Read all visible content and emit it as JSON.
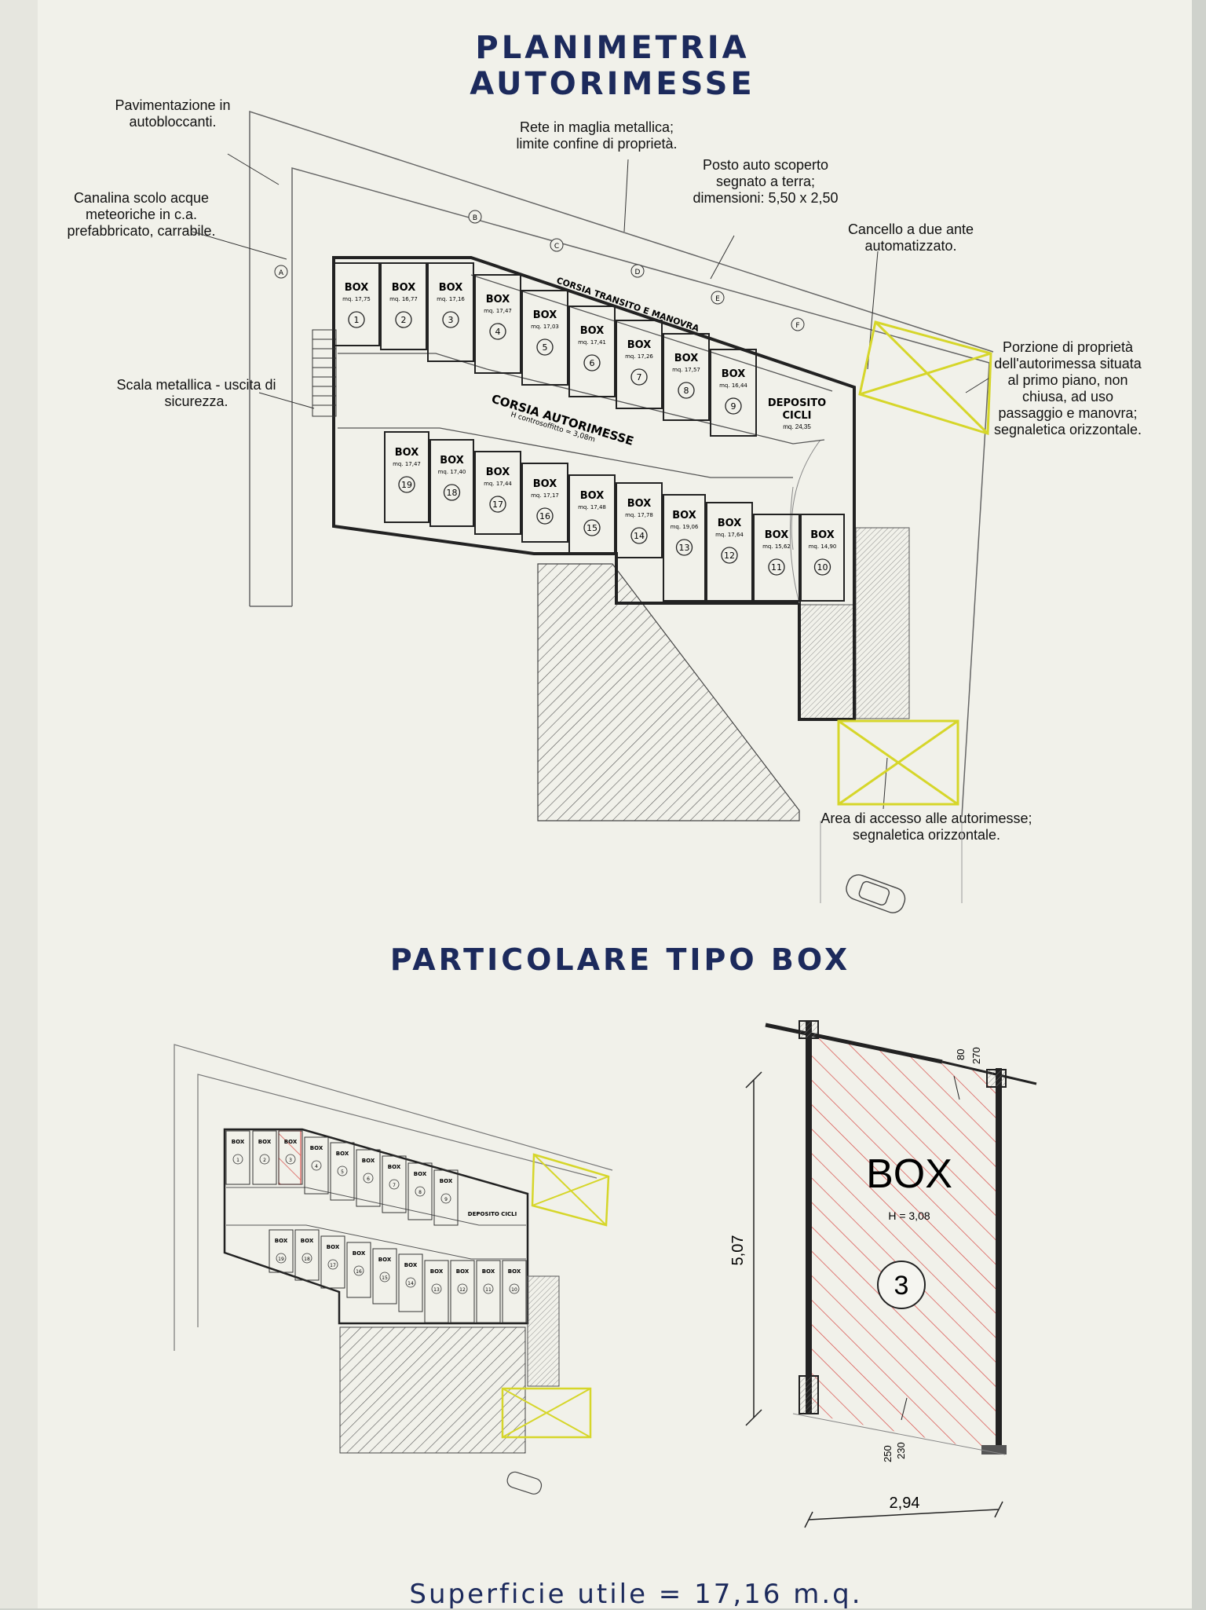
{
  "titles": {
    "main": "PLANIMETRIA AUTORIMESSE",
    "detail": "PARTICOLARE TIPO BOX"
  },
  "annotations": {
    "pavimentazione": "Pavimentazione in autobloccanti.",
    "canalina": "Canalina scolo acque meteoriche in c.a. prefabbricato, carrabile.",
    "rete": "Rete in maglia metallica; limite confine di proprietà.",
    "posto_auto": "Posto auto scoperto segnato a terra; dimensioni: 5,50 x 2,50",
    "cancello": "Cancello a due ante automatizzato.",
    "scala": "Scala metallica - uscita di sicurezza.",
    "porzione": "Porzione di proprietà dell'autorimessa situata al primo piano, non chiusa, ad uso passaggio e manovra; segnaletica orizzontale.",
    "area_accesso": "Area di accesso alle autorimesse; segnaletica orizzontale."
  },
  "corridors": {
    "transito": "CORSIA TRANSITO E MANOVRA",
    "autorimesse": "CORSIA AUTORIMESSE",
    "controsoffitto": "H controsoffitto = 3,08m"
  },
  "grid_markers": [
    "A",
    "B",
    "C",
    "D",
    "E",
    "F"
  ],
  "box_word": "BOX",
  "boxes": [
    {
      "num": "1",
      "area": "mq. 17,75"
    },
    {
      "num": "2",
      "area": "mq. 16,77"
    },
    {
      "num": "3",
      "area": "mq. 17,16"
    },
    {
      "num": "4",
      "area": "mq. 17,47"
    },
    {
      "num": "5",
      "area": "mq. 17,03"
    },
    {
      "num": "6",
      "area": "mq. 17,41"
    },
    {
      "num": "7",
      "area": "mq. 17,26"
    },
    {
      "num": "8",
      "area": "mq. 17,57"
    },
    {
      "num": "9",
      "area": "mq. 16,44"
    },
    {
      "num": "10",
      "area": "mq. 14,90"
    },
    {
      "num": "11",
      "area": "mq. 15,62"
    },
    {
      "num": "12",
      "area": "mq. 17,64"
    },
    {
      "num": "13",
      "area": "mq. 19,06"
    },
    {
      "num": "14",
      "area": "mq. 17,78"
    },
    {
      "num": "15",
      "area": "mq. 17,48"
    },
    {
      "num": "16",
      "area": "mq. 17,17"
    },
    {
      "num": "17",
      "area": "mq. 17,44"
    },
    {
      "num": "18",
      "area": "mq. 17,40"
    },
    {
      "num": "19",
      "area": "mq. 17,47"
    }
  ],
  "deposito": {
    "name": "DEPOSITO CICLI",
    "area": "mq. 24,35"
  },
  "detail_box": {
    "label": "BOX",
    "height": "H = 3,08",
    "number": "3",
    "depth": "5,07",
    "width": "2,94",
    "door_top": "80",
    "door_top2": "270",
    "door_bottom": "250",
    "door_bottom2": "230"
  },
  "surface": "Superficie utile = 17,16 m.q.",
  "colors": {
    "title": "#1c2a5c",
    "yellow": "#d6d62a",
    "hatch_red": "#d9534f"
  }
}
